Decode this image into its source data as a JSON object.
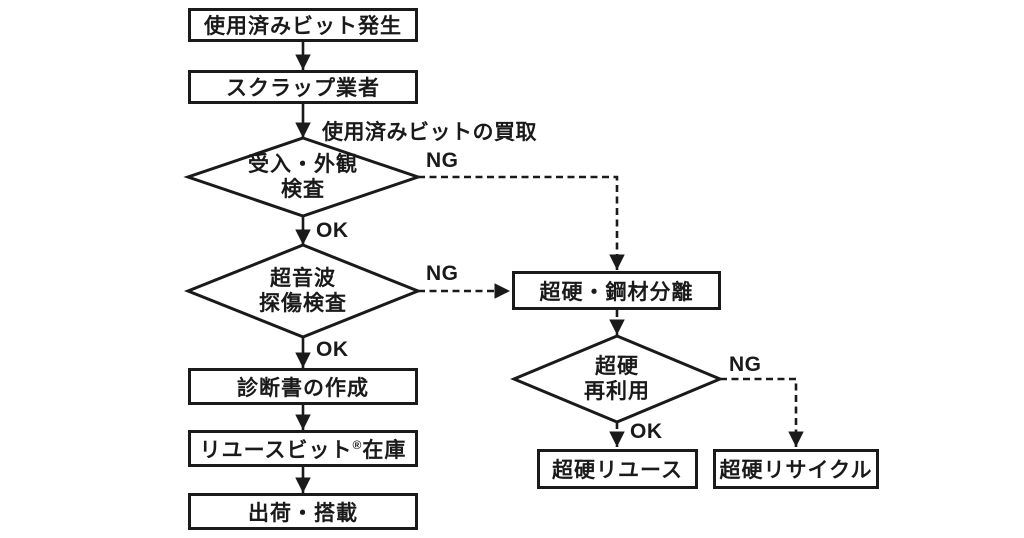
{
  "colors": {
    "line": "#1a1a1a",
    "background": "#ffffff"
  },
  "nodes": {
    "used_bit_generated": "使用済みビット発生",
    "scrap_dealer": "スクラップ業者",
    "visual_inspection_line1": "受入・外観",
    "visual_inspection_line2": "検査",
    "ultrasonic_line1": "超音波",
    "ultrasonic_line2": "探傷検査",
    "diagnosis_report": "診断書の作成",
    "reuse_bit_stock_pre": "リユースビット",
    "reuse_bit_stock_sup": "®",
    "reuse_bit_stock_post": "在庫",
    "shipping": "出荷・搭載",
    "carbide_steel_separation": "超硬・鋼材分離",
    "carbide_reuse_decision_line1": "超硬",
    "carbide_reuse_decision_line2": "再利用",
    "carbide_reuse": "超硬リユース",
    "carbide_recycle": "超硬リサイクル"
  },
  "edge_labels": {
    "purchase": "使用済みビットの買取",
    "ng1": "NG",
    "ok1": "OK",
    "ng2": "NG",
    "ok2": "OK",
    "ng3": "NG",
    "ok3": "OK"
  }
}
